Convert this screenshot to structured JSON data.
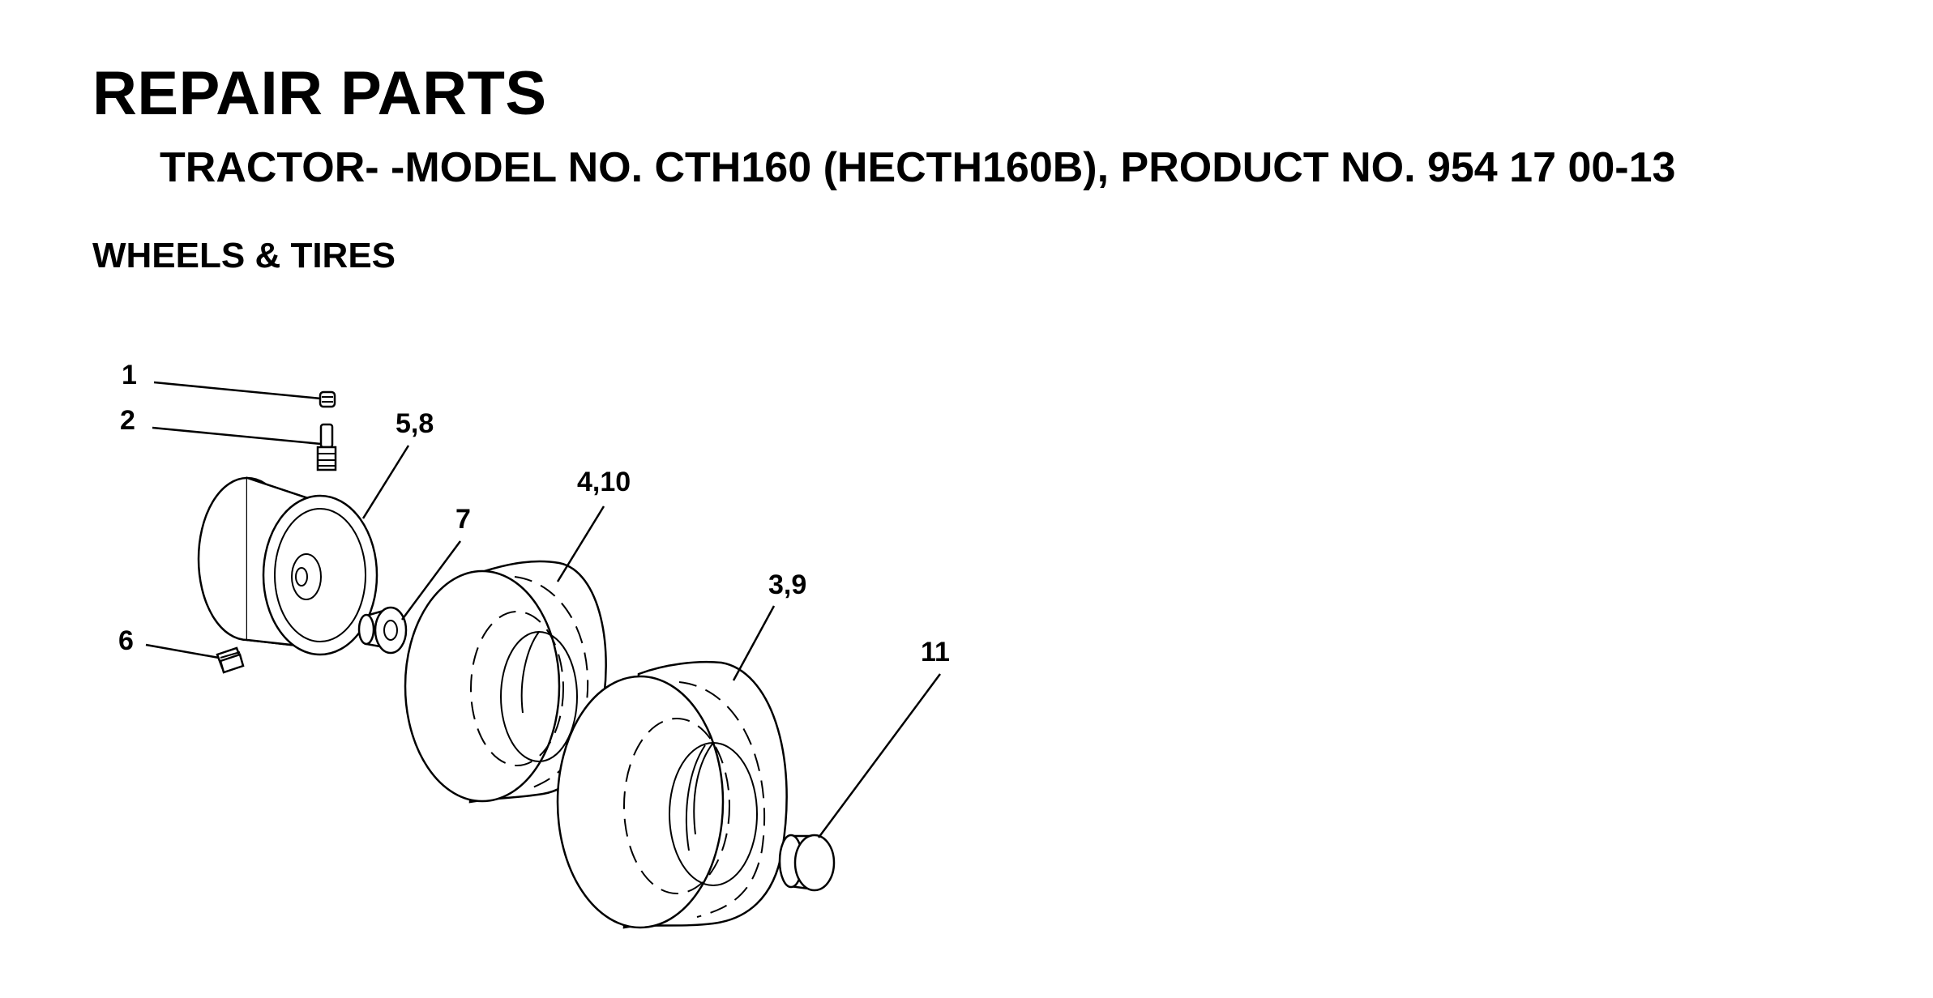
{
  "page": {
    "title": "REPAIR PARTS",
    "subtitle": "TRACTOR- -MODEL NO. CTH160 (HECTH160B), PRODUCT NO. 954 17 00-13",
    "section": "WHEELS & TIRES"
  },
  "callouts": [
    {
      "id": "c1",
      "label": "1"
    },
    {
      "id": "c2",
      "label": "2"
    },
    {
      "id": "c58",
      "label": "5,8"
    },
    {
      "id": "c7",
      "label": "7"
    },
    {
      "id": "c410",
      "label": "4,10"
    },
    {
      "id": "c39",
      "label": "3,9"
    },
    {
      "id": "c6",
      "label": "6"
    },
    {
      "id": "c11",
      "label": "11"
    }
  ],
  "colors": {
    "ink": "#000000",
    "paper": "#ffffff"
  }
}
